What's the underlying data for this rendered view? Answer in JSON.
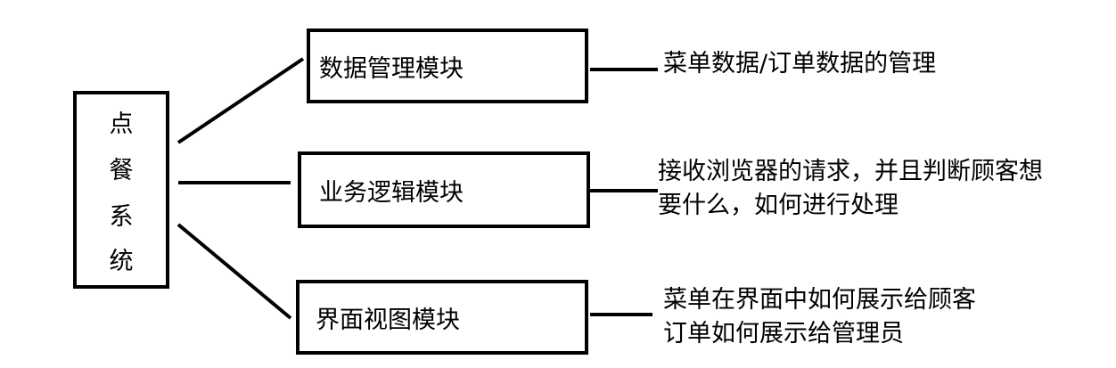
{
  "root": {
    "chars": [
      "点",
      "餐",
      "系",
      "统"
    ]
  },
  "modules": [
    {
      "label": "数据管理模块",
      "desc": [
        "菜单数据/订单数据的管理"
      ]
    },
    {
      "label": "业务逻辑模块",
      "desc": [
        "接收浏览器的请求，并且判断顾客想",
        "要什么，如何进行处理"
      ]
    },
    {
      "label": "界面视图模块",
      "desc": [
        "菜单在界面中如何展示给顾客",
        "订单如何展示给管理员"
      ]
    }
  ]
}
